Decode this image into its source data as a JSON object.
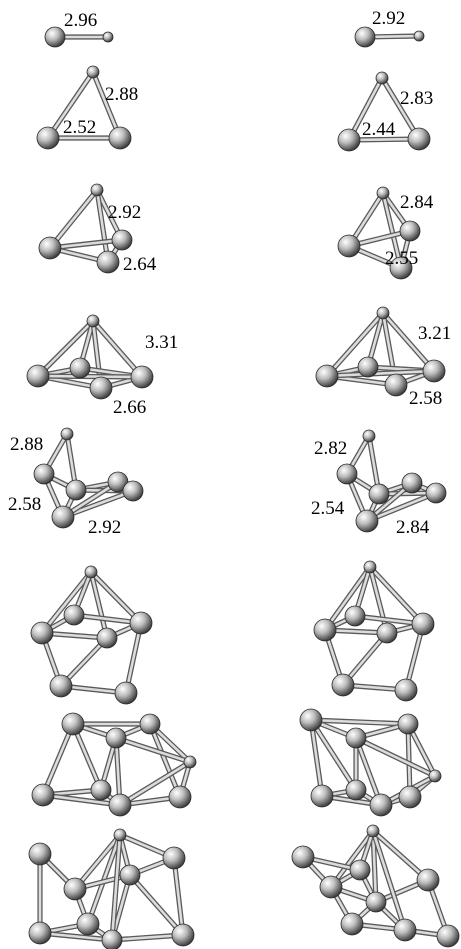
{
  "colors": {
    "atom_highlight": "#ffffff",
    "atom_mid": "#bdbdbd",
    "atom_shadow": "#3a3a3a",
    "bond_outline": "#5a5a5a",
    "bond_fill": "#dcdcdc"
  },
  "columns": [
    {
      "clusters": [
        {
          "labels": [
            "2.96"
          ]
        },
        {
          "labels": [
            "2.88",
            "2.52"
          ]
        },
        {
          "labels": [
            "2.92",
            "2.64"
          ]
        },
        {
          "labels": [
            "3.31",
            "2.66"
          ]
        },
        {
          "labels": [
            "2.88",
            "2.58",
            "2.92"
          ]
        },
        {
          "labels": []
        },
        {
          "labels": []
        },
        {
          "labels": []
        }
      ]
    },
    {
      "clusters": [
        {
          "labels": [
            "2.92"
          ]
        },
        {
          "labels": [
            "2.83",
            "2.44"
          ]
        },
        {
          "labels": [
            "2.84",
            "2.55"
          ]
        },
        {
          "labels": [
            "3.21",
            "2.58"
          ]
        },
        {
          "labels": [
            "2.82",
            "2.54",
            "2.84"
          ]
        },
        {
          "labels": []
        },
        {
          "labels": []
        },
        {
          "labels": []
        }
      ]
    }
  ]
}
